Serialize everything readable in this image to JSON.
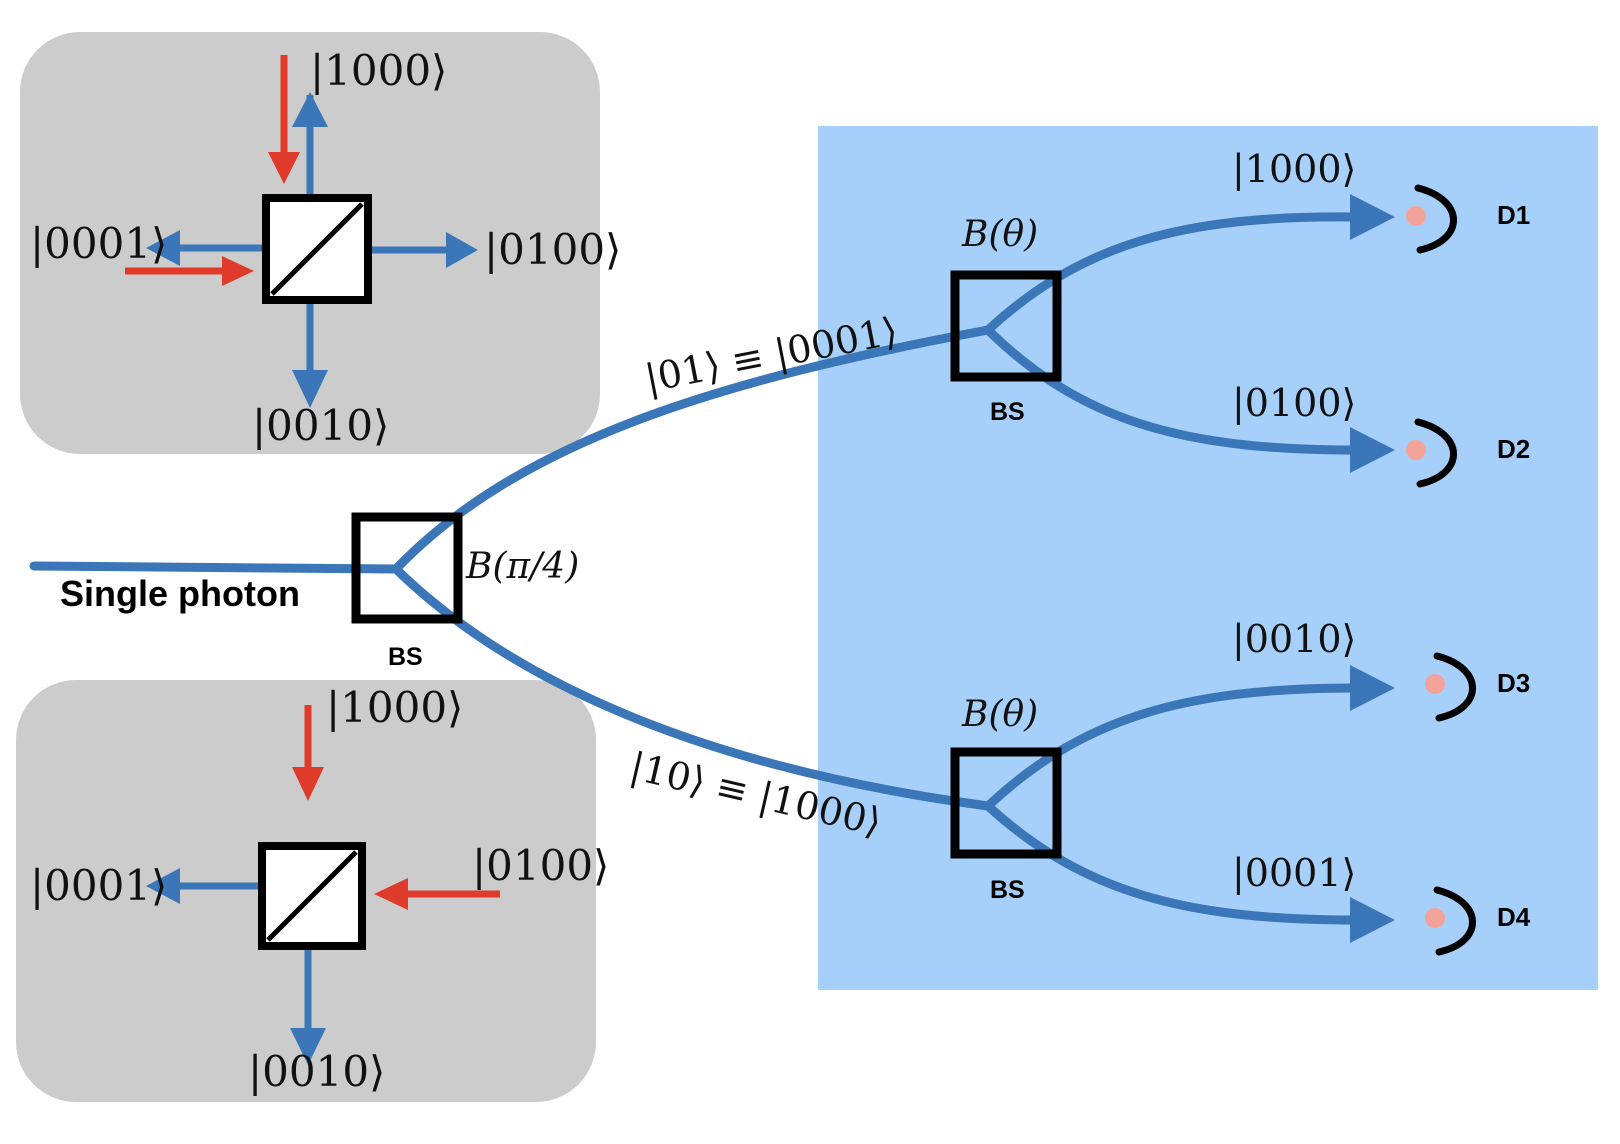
{
  "colors": {
    "beam": "#3a76b8",
    "input_arrow": "#e03a2b",
    "panel_gray": "#cccccc",
    "panel_blue": "#a6cffa",
    "detector_dot": "#f4a39a",
    "outline": "#000000"
  },
  "source": {
    "label": "Single photon"
  },
  "first_splitter": {
    "label": "BS",
    "operator": "B(π/4)"
  },
  "paths": {
    "upper": "|01⟩ ≡ |0001⟩",
    "lower": "|10⟩ ≡ |1000⟩"
  },
  "upper_splitter": {
    "label": "BS",
    "operator": "B(θ)",
    "out_top": "|1000⟩",
    "out_bottom": "|0100⟩"
  },
  "lower_splitter": {
    "label": "BS",
    "operator": "B(θ)",
    "out_top": "|0010⟩",
    "out_bottom": "|0001⟩"
  },
  "detectors": [
    "D1",
    "D2",
    "D3",
    "D4"
  ],
  "inset_top": {
    "up": "|1000⟩",
    "right": "|0100⟩",
    "down": "|0010⟩",
    "left": "|0001⟩"
  },
  "inset_bottom": {
    "top_input": "|1000⟩",
    "right_input": "|0100⟩",
    "down": "|0010⟩",
    "left": "|0001⟩"
  }
}
